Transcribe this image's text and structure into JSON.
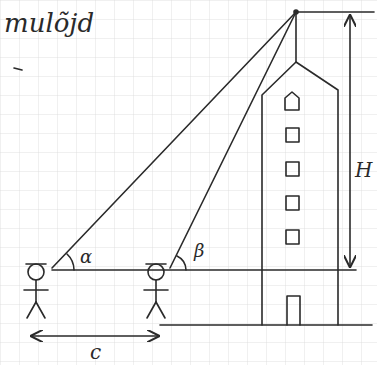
{
  "diagram": {
    "labels": [
      "mulõjd",
      "α",
      "β",
      "c",
      "H"
    ]
  }
}
